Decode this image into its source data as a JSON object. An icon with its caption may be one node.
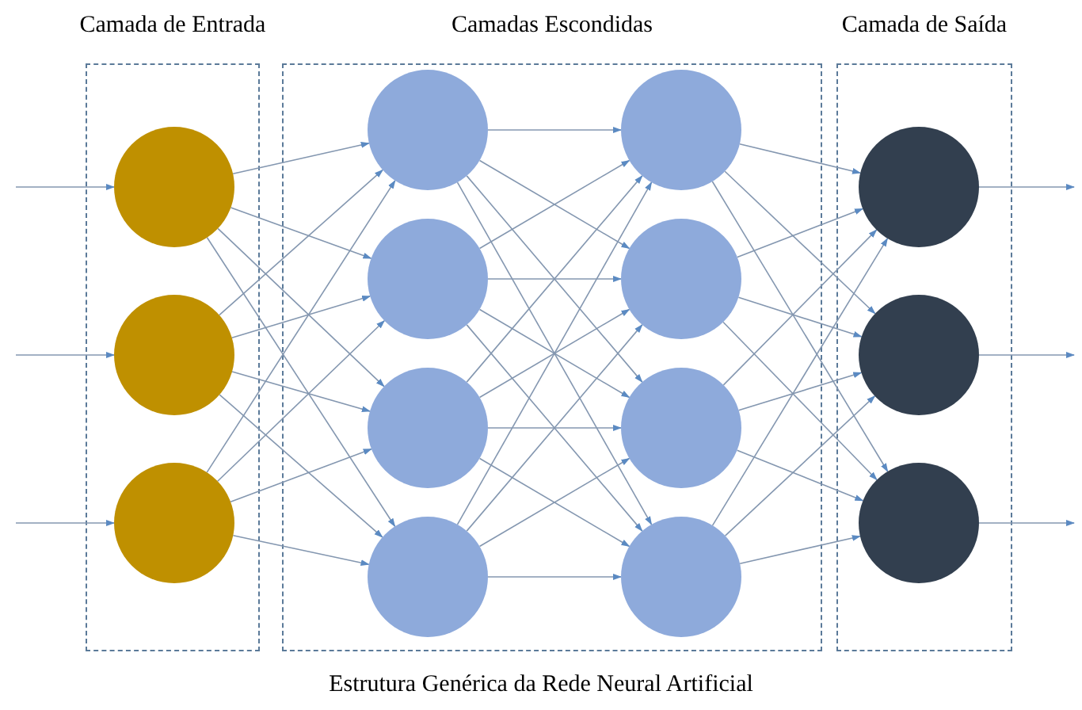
{
  "diagram": {
    "caption": "Estrutura Genérica da Rede Neural Artificial",
    "nodes": [
      {
        "text": [
          "Camada de Entrada"
        ]
      },
      {
        "text": [
          "Camadas Escondidas"
        ]
      },
      {
        "text": [
          "Camada de Saída"
        ]
      },
      {
        "text": [],
        "shape": "circle",
        "in": 0
      },
      {
        "text": [],
        "shape": "circle",
        "in": 0
      },
      {
        "text": [],
        "shape": "circle",
        "in": 0
      },
      {
        "text": [],
        "shape": "circle",
        "in": 1
      },
      {
        "text": [],
        "shape": "circle",
        "in": 1
      },
      {
        "text": [],
        "shape": "circle",
        "in": 1
      },
      {
        "text": [],
        "shape": "circle",
        "in": 1
      },
      {
        "text": [],
        "shape": "circle",
        "in": 1
      },
      {
        "text": [],
        "shape": "circle",
        "in": 1
      },
      {
        "text": [],
        "shape": "circle",
        "in": 1
      },
      {
        "text": [],
        "shape": "circle",
        "in": 1
      },
      {
        "text": [],
        "shape": "circle",
        "in": 2
      },
      {
        "text": [],
        "shape": "circle",
        "in": 2
      },
      {
        "text": [],
        "shape": "circle",
        "in": 2
      }
    ],
    "edges": [
      {
        "from": null,
        "to": 3,
        "arrow": "to"
      },
      {
        "from": null,
        "to": 4,
        "arrow": "to"
      },
      {
        "from": null,
        "to": 5,
        "arrow": "to"
      },
      {
        "from": 3,
        "to": 6,
        "arrow": "to"
      },
      {
        "from": 3,
        "to": 7,
        "arrow": "to"
      },
      {
        "from": 3,
        "to": 8,
        "arrow": "to"
      },
      {
        "from": 3,
        "to": 9,
        "arrow": "to"
      },
      {
        "from": 4,
        "to": 6,
        "arrow": "to"
      },
      {
        "from": 4,
        "to": 7,
        "arrow": "to"
      },
      {
        "from": 4,
        "to": 8,
        "arrow": "to"
      },
      {
        "from": 4,
        "to": 9,
        "arrow": "to"
      },
      {
        "from": 5,
        "to": 6,
        "arrow": "to"
      },
      {
        "from": 5,
        "to": 7,
        "arrow": "to"
      },
      {
        "from": 5,
        "to": 8,
        "arrow": "to"
      },
      {
        "from": 5,
        "to": 9,
        "arrow": "to"
      },
      {
        "from": 6,
        "to": 10,
        "arrow": "to"
      },
      {
        "from": 6,
        "to": 11,
        "arrow": "to"
      },
      {
        "from": 6,
        "to": 12,
        "arrow": "to"
      },
      {
        "from": 6,
        "to": 13,
        "arrow": "to"
      },
      {
        "from": 7,
        "to": 10,
        "arrow": "to"
      },
      {
        "from": 7,
        "to": 11,
        "arrow": "to"
      },
      {
        "from": 7,
        "to": 12,
        "arrow": "to"
      },
      {
        "from": 7,
        "to": 13,
        "arrow": "to"
      },
      {
        "from": 8,
        "to": 10,
        "arrow": "to"
      },
      {
        "from": 8,
        "to": 11,
        "arrow": "to"
      },
      {
        "from": 8,
        "to": 12,
        "arrow": "to"
      },
      {
        "from": 8,
        "to": 13,
        "arrow": "to"
      },
      {
        "from": 9,
        "to": 10,
        "arrow": "to"
      },
      {
        "from": 9,
        "to": 11,
        "arrow": "to"
      },
      {
        "from": 9,
        "to": 12,
        "arrow": "to"
      },
      {
        "from": 9,
        "to": 13,
        "arrow": "to"
      },
      {
        "from": 10,
        "to": 14,
        "arrow": "to"
      },
      {
        "from": 10,
        "to": 15,
        "arrow": "to"
      },
      {
        "from": 10,
        "to": 16,
        "arrow": "to"
      },
      {
        "from": 11,
        "to": 14,
        "arrow": "to"
      },
      {
        "from": 11,
        "to": 15,
        "arrow": "to"
      },
      {
        "from": 11,
        "to": 16,
        "arrow": "to"
      },
      {
        "from": 12,
        "to": 14,
        "arrow": "to"
      },
      {
        "from": 12,
        "to": 15,
        "arrow": "to"
      },
      {
        "from": 12,
        "to": 16,
        "arrow": "to"
      },
      {
        "from": 13,
        "to": 14,
        "arrow": "to"
      },
      {
        "from": 13,
        "to": 15,
        "arrow": "to"
      },
      {
        "from": 13,
        "to": 16,
        "arrow": "to"
      },
      {
        "from": 14,
        "to": null,
        "arrow": "to"
      },
      {
        "from": 15,
        "to": null,
        "arrow": "to"
      },
      {
        "from": 16,
        "to": null,
        "arrow": "to"
      }
    ]
  }
}
